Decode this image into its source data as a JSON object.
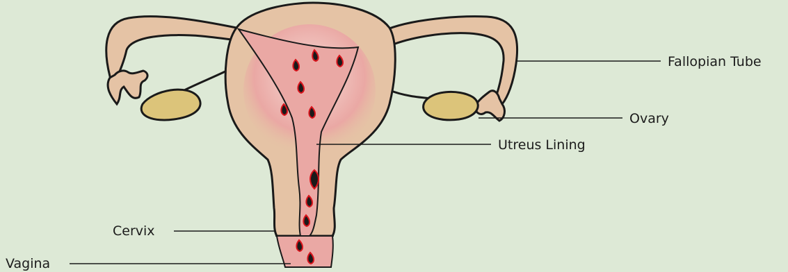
{
  "labels": {
    "fallopian_tube": "Fallopian Tube",
    "ovary": "Ovary",
    "uterus_lining": "Utreus Lining",
    "cervix": "Cervix",
    "vagina": "Vagina"
  },
  "colors": {
    "background": "#dde9d6",
    "tissue": "#e5c3a5",
    "outline": "#1a1a1a",
    "ovary": "#dcc47a",
    "lining": "#eaa8a4",
    "blood": "#d8141c"
  }
}
